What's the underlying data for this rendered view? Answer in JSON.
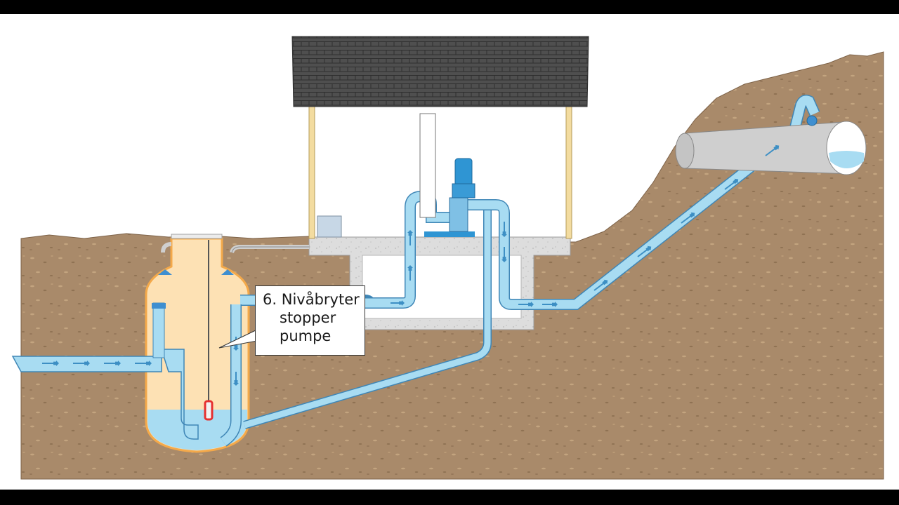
{
  "callout": {
    "number": "6.",
    "line1": "Nivåbryter",
    "line2": "stopper",
    "line3": "pumpe"
  },
  "colors": {
    "soil": "#a98a6a",
    "soil_dark": "#7d6248",
    "sky": "#ffffff",
    "water": "#a8dcf2",
    "water_stroke": "#3f86b6",
    "arrow": "#4a9bcb",
    "pump": "#2f95d3",
    "tank_fill": "#fde1b4",
    "tank_stroke": "#f4a94a",
    "roof": "#4d4d4d",
    "concrete": "#d9d9d9",
    "pipe_gray": "#cfcfcf",
    "sensor_red": "#e53030",
    "letterbox": "#000000"
  },
  "icons": {
    "flow_arrow": "arrow-right-icon",
    "level_switch": "level-switch-icon",
    "pump": "pump-icon",
    "roof": "roof-icon"
  }
}
